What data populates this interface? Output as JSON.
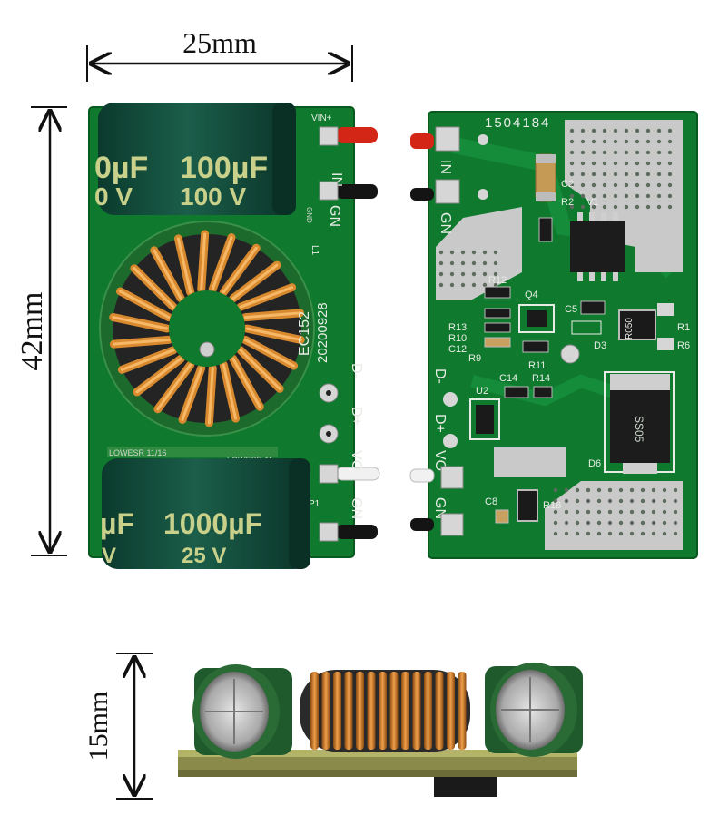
{
  "dimensions": {
    "width_label": "25mm",
    "height_label": "42mm",
    "thickness_label": "15mm"
  },
  "front": {
    "cap_top": {
      "value": "100µF",
      "value_partial": "0µF",
      "voltage": "100  V",
      "voltage_partial": "0  V"
    },
    "cap_bottom": {
      "value": "1000µF",
      "value_partial": "µF",
      "voltage": "25    V",
      "voltage_partial": "V"
    },
    "silk": {
      "vin_plus": "VIN+",
      "in": "IN",
      "gnd_top": "GND",
      "gn_top": "GN",
      "l1": "L1",
      "part": "EC152",
      "date": "20200928",
      "d_minus": "D-",
      "d_plus": "D+",
      "vo": "VO",
      "gn_bottom": "GN",
      "p1": "P1",
      "lowesr_left": "LOWESR 11/16",
      "lowesr_right": "LOWESR 11"
    }
  },
  "back": {
    "silk": {
      "serial": "1504184",
      "in": "IN",
      "gn_top": "GN",
      "c2": "C2",
      "r2": "R2",
      "v1": "V1",
      "r12": "R12",
      "q4": "Q4",
      "c5": "C5",
      "r13": "R13",
      "r10": "R10",
      "c12": "C12",
      "r9": "R9",
      "r11": "R11",
      "r1": "R1",
      "r6": "R6",
      "d3": "D3",
      "r050": "R050",
      "d_minus": "D-",
      "c14": "C14",
      "r14": "R14",
      "u2": "U2",
      "d_plus": "D+",
      "vo": "VO",
      "d6": "D6",
      "c8": "C8",
      "r18": "R18",
      "gn_bottom": "GN",
      "diode_mark": "SS05"
    }
  },
  "colors": {
    "pcb": "#0f7a2e",
    "pcb_dark": "#0a5a20",
    "cap": "#0f4a3a",
    "copper": "#c8761f",
    "pad": "#c9c9c9"
  }
}
